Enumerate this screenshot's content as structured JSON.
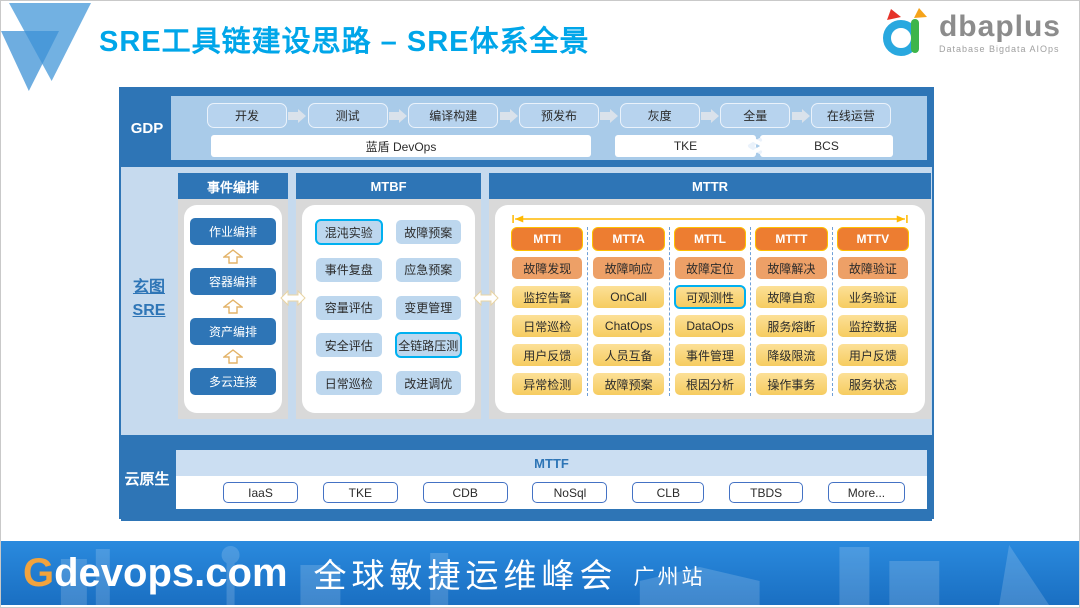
{
  "header": {
    "title": "SRE工具链建设思路 – SRE体系全景",
    "logo_text": "dbaplus",
    "logo_tagline": "Database  Bigdata  AIOps"
  },
  "gdp": {
    "label": "GDP",
    "stages": [
      "开发",
      "测试",
      "编译构建",
      "预发布",
      "灰度",
      "全量",
      "在线运营"
    ],
    "devops_bar": "蓝盾 DevOps",
    "tke_bar": "TKE",
    "bcs_bar": "BCS"
  },
  "middle": {
    "side_label_line1": "玄图",
    "side_label_line2": "SRE",
    "orchestration": {
      "title": "事件编排",
      "items": [
        "作业编排",
        "容器编排",
        "资产编排",
        "多云连接"
      ]
    },
    "mtbf": {
      "title": "MTBF",
      "items": [
        "混沌实验",
        "故障预案",
        "事件复盘",
        "应急预案",
        "容量评估",
        "变更管理",
        "安全评估",
        "全链路压测",
        "日常巡检",
        "改进调优"
      ]
    },
    "mttr": {
      "title": "MTTR",
      "columns": [
        {
          "header": "MTTI",
          "items": [
            "故障发现",
            "监控告警",
            "日常巡检",
            "用户反馈",
            "异常检测"
          ]
        },
        {
          "header": "MTTA",
          "items": [
            "故障响应",
            "OnCall",
            "ChatOps",
            "人员互备",
            "故障预案"
          ]
        },
        {
          "header": "MTTL",
          "items": [
            "故障定位",
            "可观测性",
            "DataOps",
            "事件管理",
            "根因分析"
          ]
        },
        {
          "header": "MTTT",
          "items": [
            "故障解决",
            "故障自愈",
            "服务熔断",
            "降级限流",
            "操作事务"
          ]
        },
        {
          "header": "MTTV",
          "items": [
            "故障验证",
            "业务验证",
            "监控数据",
            "用户反馈",
            "服务状态"
          ]
        }
      ]
    }
  },
  "bottom": {
    "label": "云原生",
    "mttf_label": "MTTF",
    "items": [
      "IaaS",
      "TKE",
      "CDB",
      "NoSql",
      "CLB",
      "TBDS",
      "More..."
    ]
  },
  "footer": {
    "brand_g": "G",
    "brand_rest": "devops.com",
    "event_title": "全球敏捷运维峰会",
    "event_station": "广州站"
  },
  "colors": {
    "accent_blue": "#2E75B6",
    "light_blue": "#C6DAEE",
    "title_cyan": "#00A6E9",
    "orange": "#ED7D31",
    "salmon": "#EDA067",
    "gold": "#FAD873",
    "highlight_cyan": "#00B0F0"
  }
}
